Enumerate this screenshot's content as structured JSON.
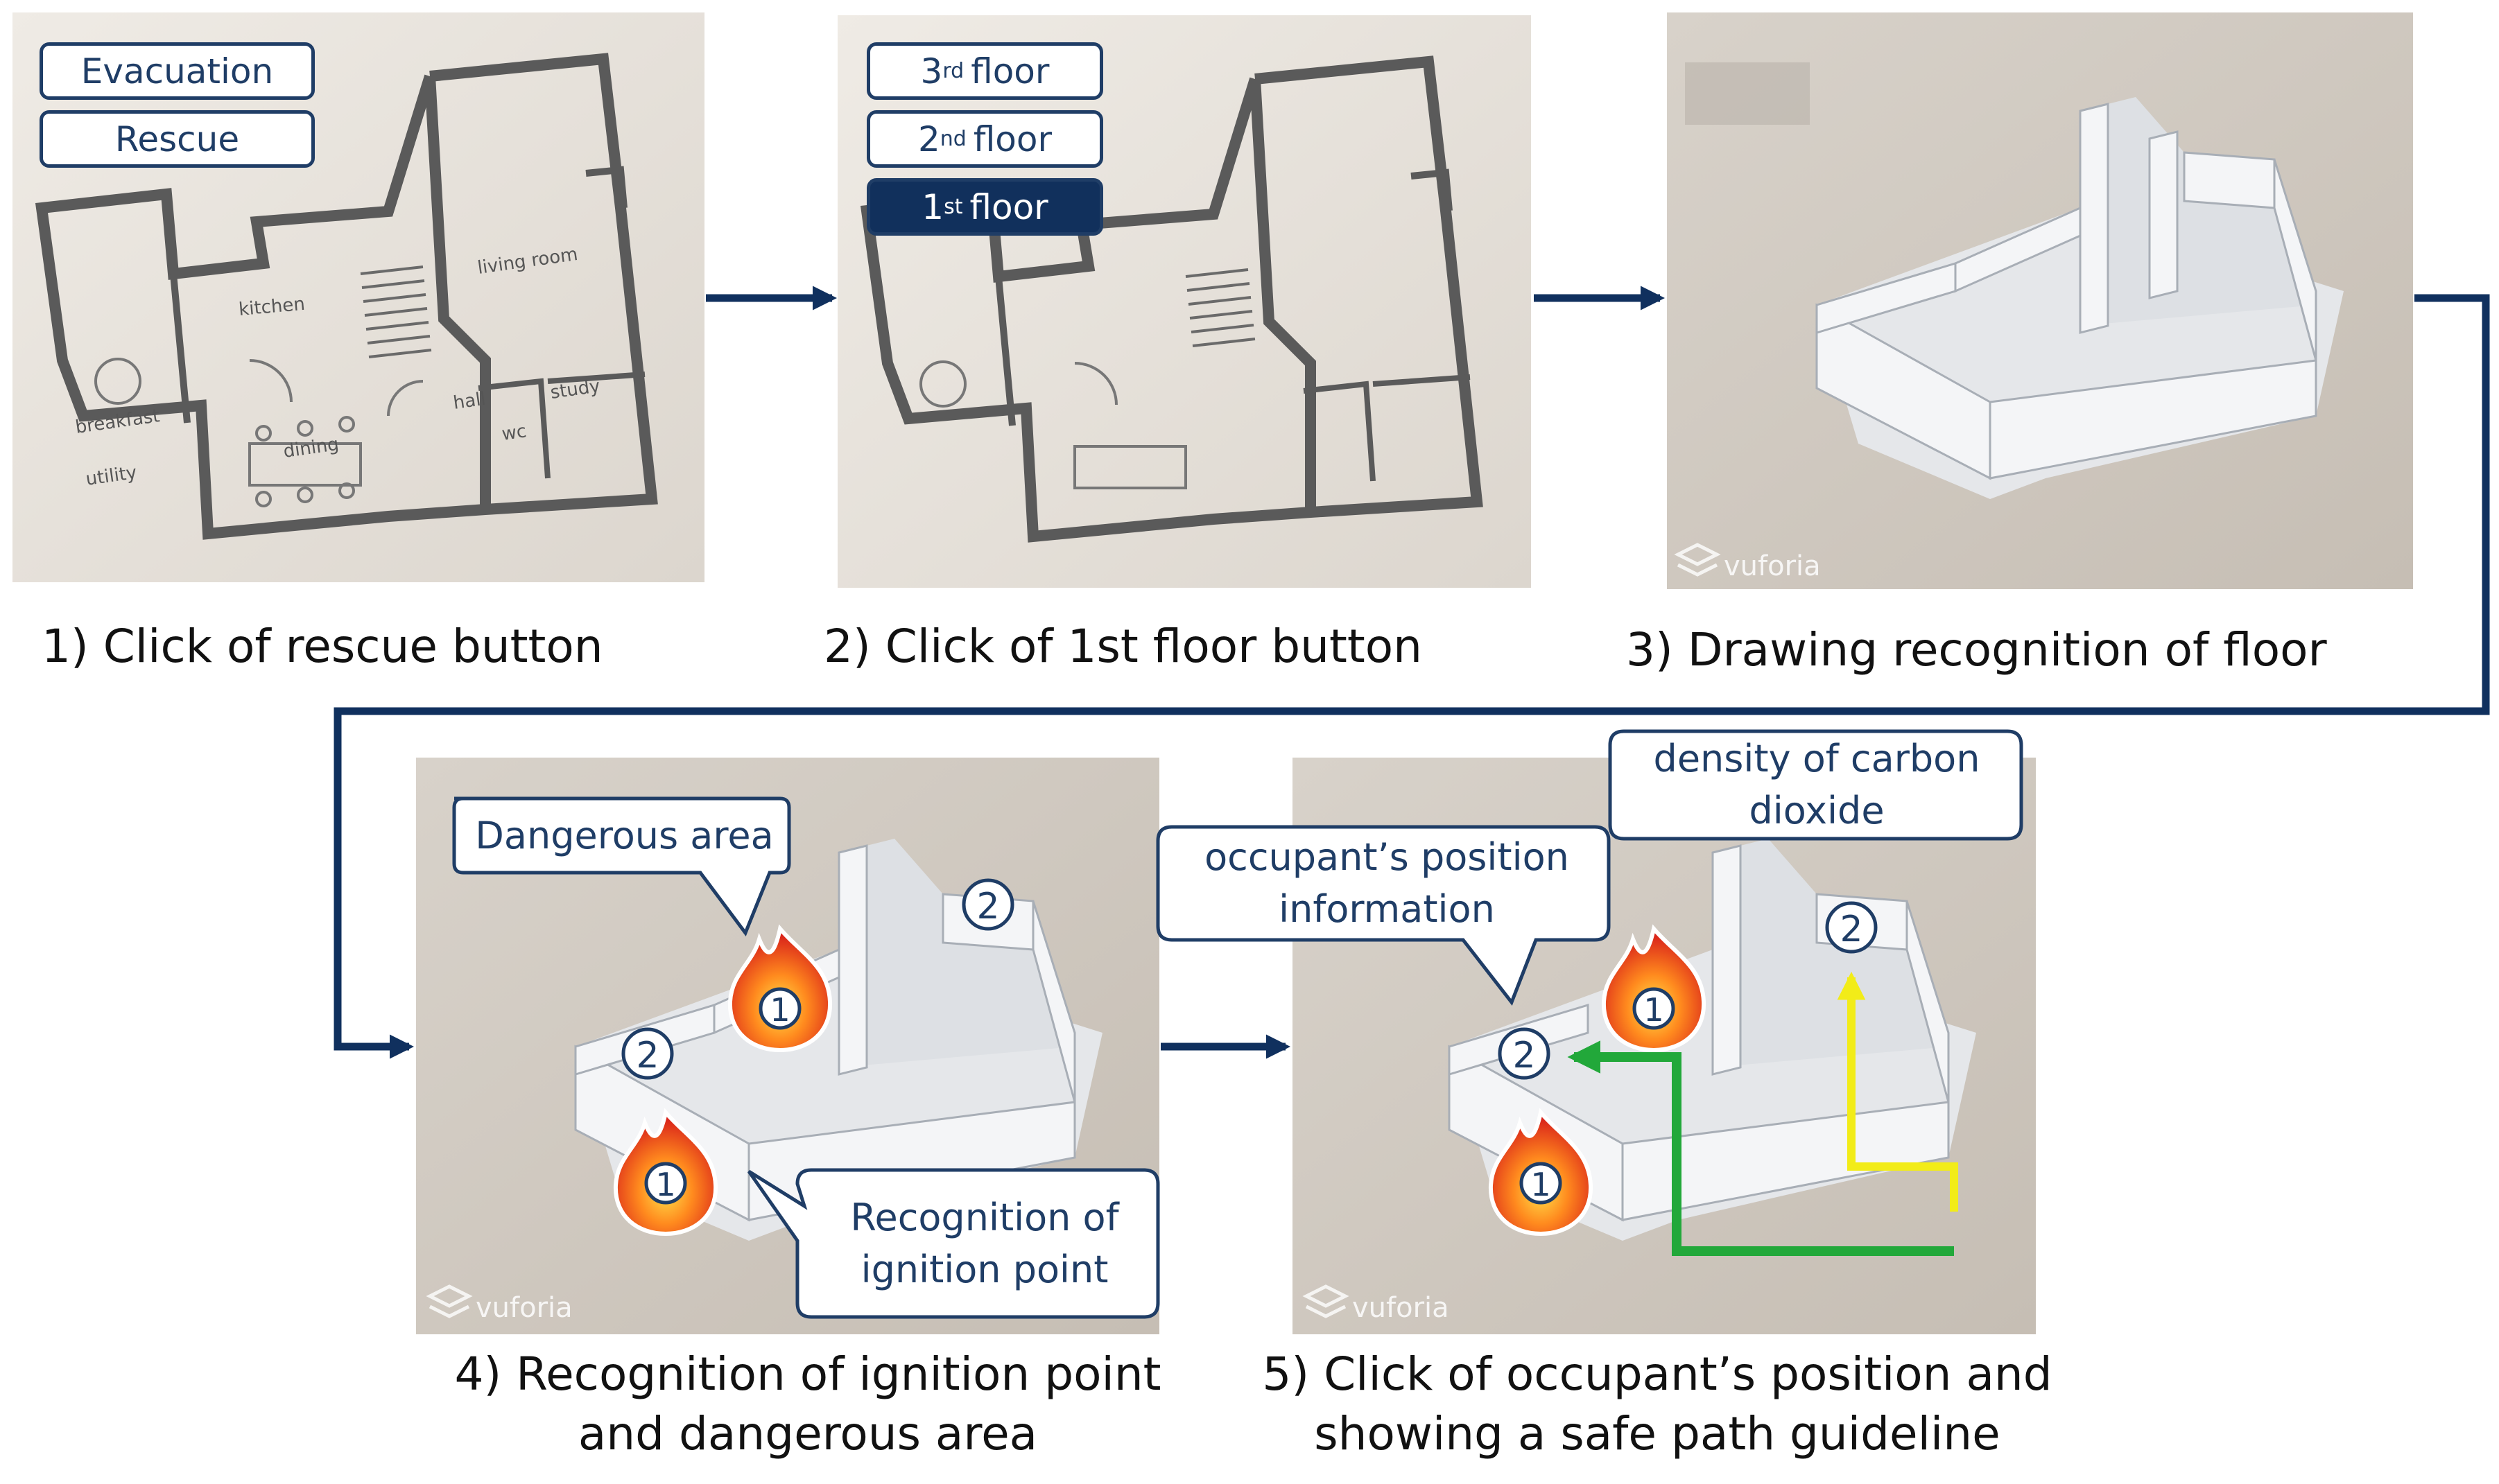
{
  "step1": {
    "buttons": [
      {
        "label": "Evacuation",
        "active": false
      },
      {
        "label": "Rescue",
        "active": false
      }
    ],
    "caption": "1) Click of rescue button"
  },
  "step2": {
    "buttons": [
      {
        "label": "3rd floor",
        "active": false
      },
      {
        "label": "2nd floor",
        "active": false
      },
      {
        "label": "1st floor",
        "active": true
      }
    ],
    "caption": "2) Click of 1st floor button"
  },
  "step3": {
    "caption": "3) Drawing recognition of floor"
  },
  "step4": {
    "callouts": [
      {
        "text": "Dangerous area"
      },
      {
        "text": "Recognition of ignition point"
      }
    ],
    "caption": "4) Recognition of ignition point and dangerous area"
  },
  "step5": {
    "callouts": [
      {
        "text": "occupant’s position information"
      },
      {
        "text": "density of carbon dioxide"
      }
    ],
    "caption": "5) Click of occupant’s position and showing a safe path guideline"
  },
  "plan_labels": [
    "kitchen",
    "living room",
    "breakfast",
    "dining",
    "hall",
    "study",
    "wc",
    "utility"
  ],
  "markers": {
    "ignition": "1",
    "occupant": "2"
  },
  "watermark": "vuforia",
  "colors": {
    "arrow": "#10305e",
    "callout_border": "#1f3d66",
    "safe_path": "#22a83a",
    "co2_path": "#f2ec18",
    "paper": "#ebe6df",
    "wall": "#f3f4f6"
  }
}
